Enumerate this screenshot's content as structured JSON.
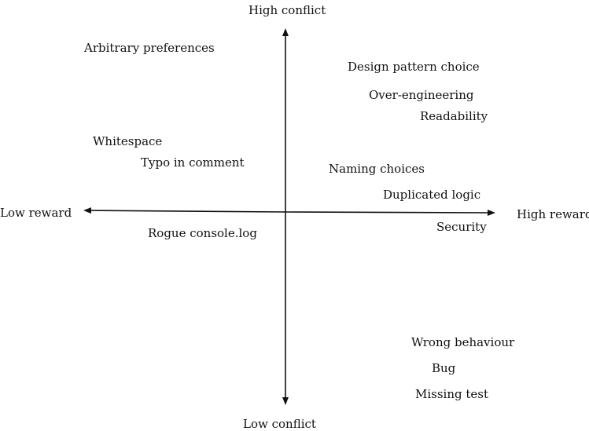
{
  "axes": {
    "top_label": "High conflict",
    "bottom_label": "Low conflict",
    "left_label": "Low reward",
    "right_label": "High reward"
  },
  "items": [
    {
      "label": "Arbitrary preferences"
    },
    {
      "label": "Design pattern choice"
    },
    {
      "label": "Over-engineering"
    },
    {
      "label": "Readability"
    },
    {
      "label": "Whitespace"
    },
    {
      "label": "Typo in comment"
    },
    {
      "label": "Naming choices"
    },
    {
      "label": "Duplicated logic"
    },
    {
      "label": "Rogue console.log"
    },
    {
      "label": "Security"
    },
    {
      "label": "Wrong behaviour"
    },
    {
      "label": "Bug"
    },
    {
      "label": "Missing test"
    }
  ],
  "colors": {
    "ink": "#111111",
    "background": "#ffffff"
  }
}
